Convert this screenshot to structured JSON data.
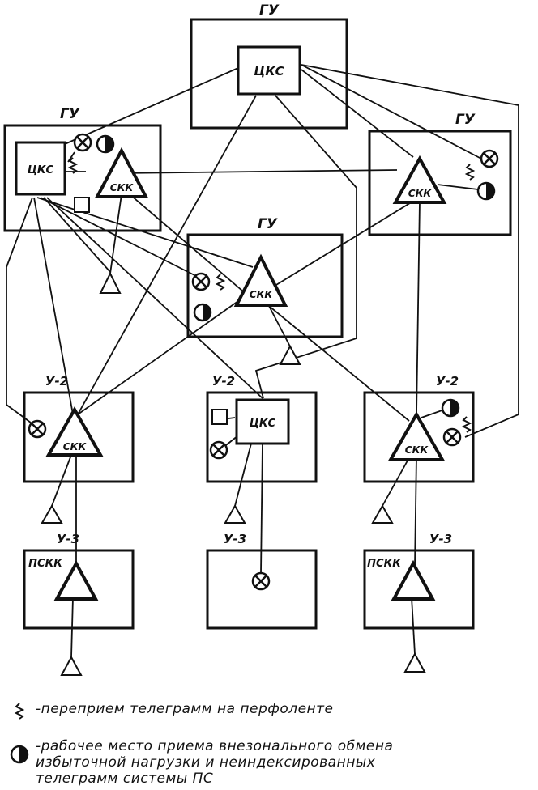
{
  "nodes": {
    "gu_top": "ГУ",
    "gu_left": "ГУ",
    "gu_right": "ГУ",
    "gu_middle": "ГУ",
    "u2_left": "У-2",
    "u2_mid": "У-2",
    "u2_right": "У-2",
    "u3_left": "У-3",
    "u3_mid": "У-3",
    "u3_right": "У-3",
    "cks": "ЦКС",
    "skk": "СКК",
    "pskk": "ПСКК"
  },
  "legend": {
    "reception": "-переприем телеграмм на перфоленте",
    "workplace_line1": "-рабочее место приема внезонального обмена",
    "workplace_line2": "избыточной нагрузки и неиндексированных",
    "workplace_line3": "телеграмм системы ПС"
  }
}
